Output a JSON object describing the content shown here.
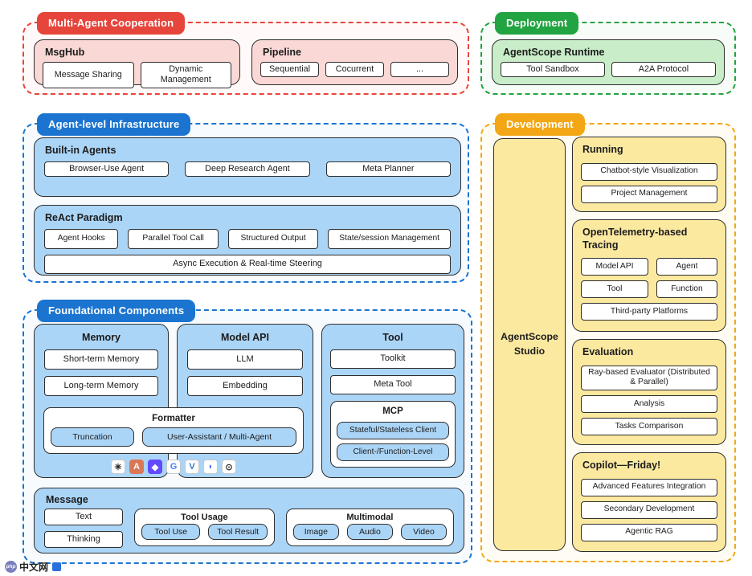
{
  "multi_agent": {
    "title": "Multi-Agent Cooperation",
    "msghub": {
      "title": "MsgHub",
      "items": [
        "Message Sharing",
        "Dynamic Management"
      ]
    },
    "pipeline": {
      "title": "Pipeline",
      "items": [
        "Sequential",
        "Cocurrent",
        "..."
      ]
    }
  },
  "deployment": {
    "title": "Deployment",
    "runtime": {
      "title": "AgentScope Runtime",
      "items": [
        "Tool Sandbox",
        "A2A Protocol"
      ]
    }
  },
  "agent_infra": {
    "title": "Agent-level Infrastructure",
    "built_in": {
      "title": "Built-in Agents",
      "items": [
        "Browser-Use Agent",
        "Deep Research Agent",
        "Meta Planner"
      ]
    },
    "react": {
      "title": "ReAct Paradigm",
      "items": [
        "Agent Hooks",
        "Parallel Tool Call",
        "Structured Output",
        "State/session Management"
      ],
      "wide_item": "Async Execution & Real-time Steering"
    }
  },
  "foundational": {
    "title": "Foundational Components",
    "memory": {
      "title": "Memory",
      "items": [
        "Short-term Memory",
        "Long-term Memory"
      ]
    },
    "model_api": {
      "title": "Model API",
      "items": [
        "LLM",
        "Embedding"
      ]
    },
    "formatter": {
      "title": "Formatter",
      "items": [
        "Truncation",
        "User-Assistant / Multi-Agent"
      ]
    },
    "providers": [
      {
        "name": "openai-logo",
        "glyph": "✳",
        "bg": "#ffffff",
        "fg": "#1b1b1b"
      },
      {
        "name": "anthropic-logo",
        "glyph": "A",
        "bg": "#da7756",
        "fg": "#ffffff"
      },
      {
        "name": "modelscope-logo",
        "glyph": "◆",
        "bg": "#624aff",
        "fg": "#ffffff"
      },
      {
        "name": "google-logo",
        "glyph": "G",
        "bg": "#ffffff",
        "fg": "#4285f4"
      },
      {
        "name": "vllm-logo",
        "glyph": "V",
        "bg": "#ffffff",
        "fg": "#3a79c8"
      },
      {
        "name": "deepseek-logo",
        "glyph": "◗",
        "bg": "#ffffff",
        "fg": "#4d6bfe"
      },
      {
        "name": "ollama-logo",
        "glyph": "⊙",
        "bg": "#ffffff",
        "fg": "#333333"
      }
    ],
    "tool": {
      "title": "Tool",
      "items": [
        "Toolkit",
        "Meta Tool"
      ],
      "mcp": {
        "title": "MCP",
        "items": [
          "Stateful/Stateless Client",
          "Client-/Function-Level"
        ]
      }
    },
    "message": {
      "title": "Message",
      "items": [
        "Text",
        "Thinking"
      ],
      "tool_usage": {
        "title": "Tool Usage",
        "items": [
          "Tool Use",
          "Tool Result"
        ]
      },
      "multimodal": {
        "title": "Multimodal",
        "items": [
          "Image",
          "Audio",
          "Video"
        ]
      }
    }
  },
  "development": {
    "title": "Development",
    "studio_label": "AgentScope Studio",
    "running": {
      "title": "Running",
      "items": [
        "Chatbot-style Visualization",
        "Project Management"
      ]
    },
    "tracing": {
      "title": "OpenTelemetry-based Tracing",
      "grid_items": [
        "Model API",
        "Agent",
        "Tool",
        "Function"
      ],
      "wide_item": "Third-party Platforms"
    },
    "evaluation": {
      "title": "Evaluation",
      "items": [
        "Ray-based Evaluator (Distributed & Parallel)",
        "Analysis",
        "Tasks Comparison"
      ]
    },
    "copilot": {
      "title": "Copilot—Friday!",
      "items": [
        "Advanced Features Integration",
        "Secondary Development",
        "Agentic RAG"
      ]
    }
  },
  "watermark": {
    "badge": "php",
    "text": "中文网"
  },
  "colors": {
    "red": "#e6453b",
    "pink_fill": "#f9d8d5",
    "blue": "#1b74d0",
    "blue_fill": "#abd5f7",
    "green": "#21a441",
    "green_fill": "#c9edc9",
    "orange": "#f3a716",
    "yellow_fill": "#fce9a0"
  }
}
